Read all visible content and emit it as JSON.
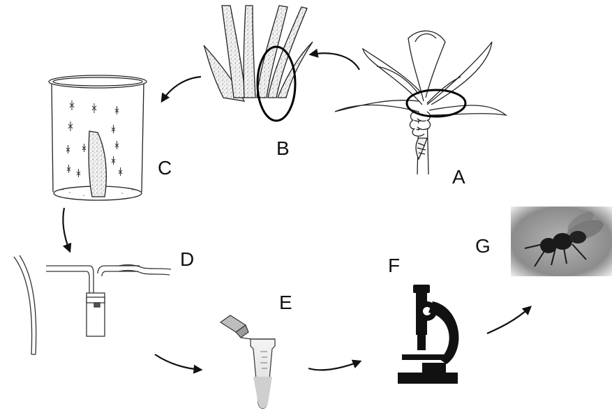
{
  "labels": {
    "a": "A",
    "b": "B",
    "c": "C",
    "d": "D",
    "e": "E",
    "f": "F",
    "g": "G"
  },
  "colors": {
    "ink": "#111111",
    "photo_background": "#8a8a8a",
    "wasp": "#1a1a1a"
  },
  "icons": {
    "a": "banana-plant-icon",
    "b": "leaf-sheath-closeup-icon",
    "c": "beaker-with-insects-icon",
    "d": "aspirator-tubes-icon",
    "e": "microcentrifuge-tube-icon",
    "f": "microscope-icon",
    "g": "wasp-photo"
  }
}
